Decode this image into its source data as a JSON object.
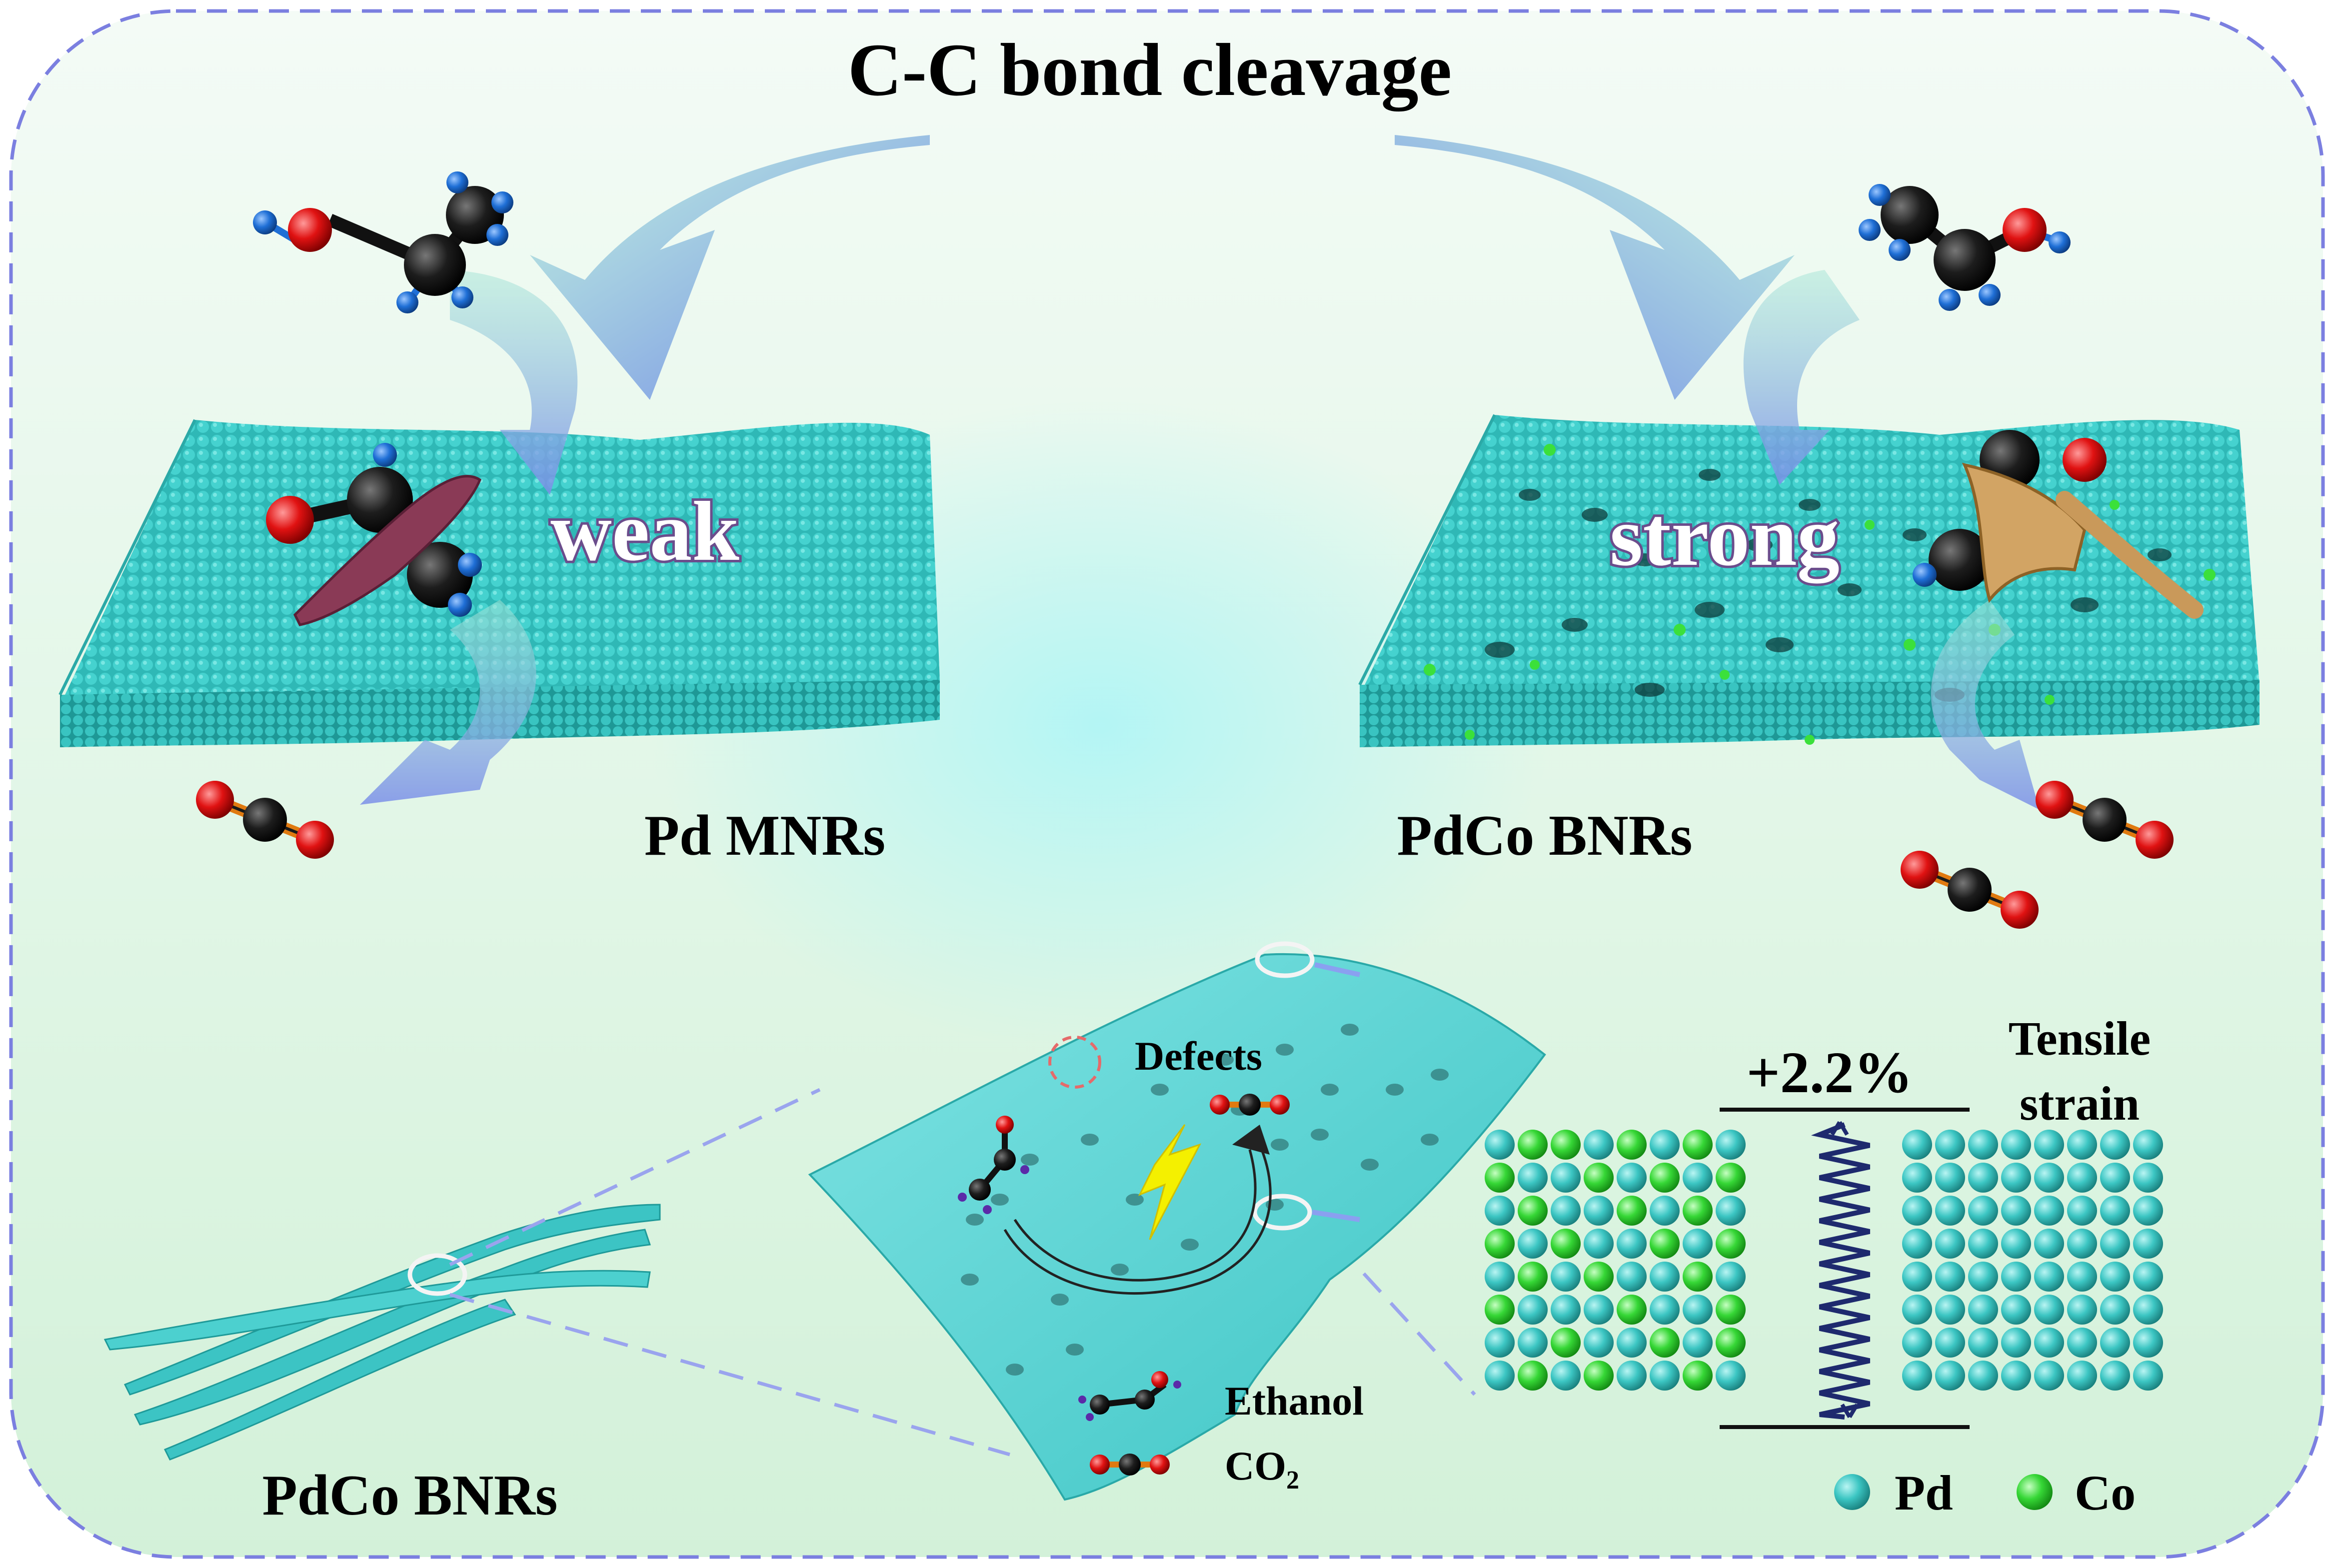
{
  "title": "C-C bond cleavage",
  "left_panel": {
    "catalyst_label": "Pd MNRs",
    "interaction_word": "weak"
  },
  "right_panel": {
    "catalyst_label": "PdCo BNRs",
    "interaction_word": "strong"
  },
  "bottom": {
    "nanoribbon_label": "PdCo BNRs",
    "defects_label": "Defects",
    "strain_value": "+2.2%",
    "strain_label_line1": "Tensile",
    "strain_label_line2": "strain",
    "legend_molecules": [
      {
        "label": "Ethanol"
      },
      {
        "label_main": "CO",
        "label_sub": "2"
      }
    ],
    "legend_atoms": [
      {
        "label": "Pd",
        "color": "#3bbfbd"
      },
      {
        "label": "Co",
        "color": "#33d533"
      }
    ]
  },
  "colors": {
    "frame_dash": "#7b7fe0",
    "surface": "#35c2c0",
    "surface_dark": "#1f9a99",
    "arrow": "#7a8fe6",
    "oxygen": "#e01010",
    "carbon": "#1a1a1a",
    "hydrogen": "#1f6fd6",
    "blade_knife": "#8a3a56",
    "blade_axe": "#d2a464",
    "lightning": "#f4f000"
  }
}
